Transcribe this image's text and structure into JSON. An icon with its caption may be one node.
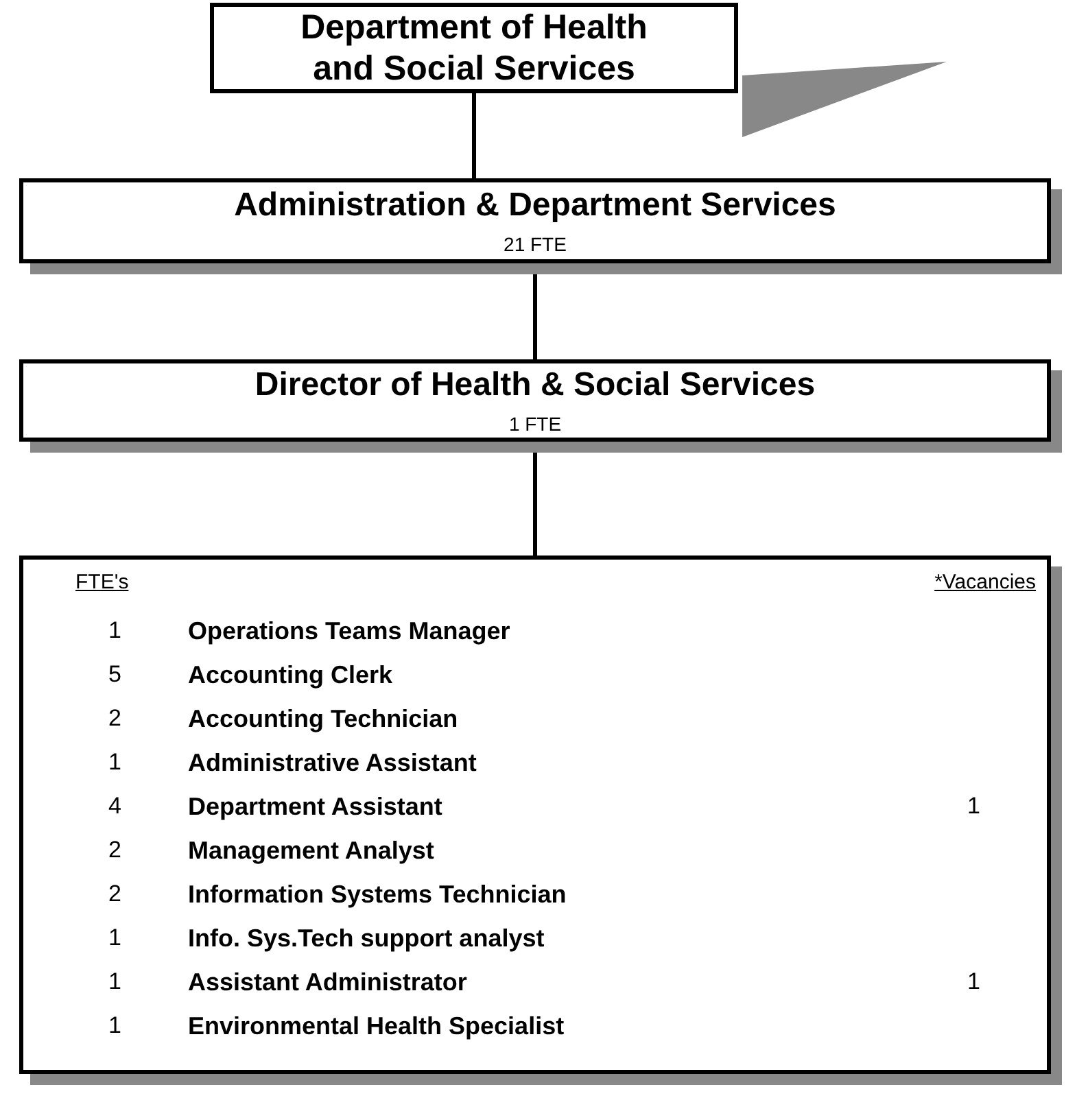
{
  "diagram": {
    "nodes": [
      {
        "text": [
          "Department of Health and Social Services"
        ]
      },
      {
        "text": [
          "Administration & Department Services",
          "21 FTE"
        ]
      },
      {
        "text": [
          "Director of Health & Social Services",
          "1 FTE"
        ]
      },
      {
        "text": [],
        "shape": "box"
      }
    ],
    "edges": [
      {
        "from": 0,
        "to": 1,
        "arrow": "none"
      },
      {
        "from": 1,
        "to": 2,
        "arrow": "none"
      },
      {
        "from": 2,
        "to": 3,
        "arrow": "none"
      }
    ],
    "labels": [
      "FTE's",
      "*Vacancies",
      "1",
      "Operations Teams Manager",
      "5",
      "Accounting Clerk",
      "2",
      "Accounting Technician",
      "1",
      "Administrative Assistant",
      "4",
      "Department Assistant",
      "1",
      "2",
      "Management Analyst",
      "2",
      "Information Systems Technician",
      "1",
      "Info. Sys.Tech support analyst",
      "1",
      "Assistant Administrator",
      "1",
      "1",
      "Environmental Health Specialist"
    ]
  }
}
